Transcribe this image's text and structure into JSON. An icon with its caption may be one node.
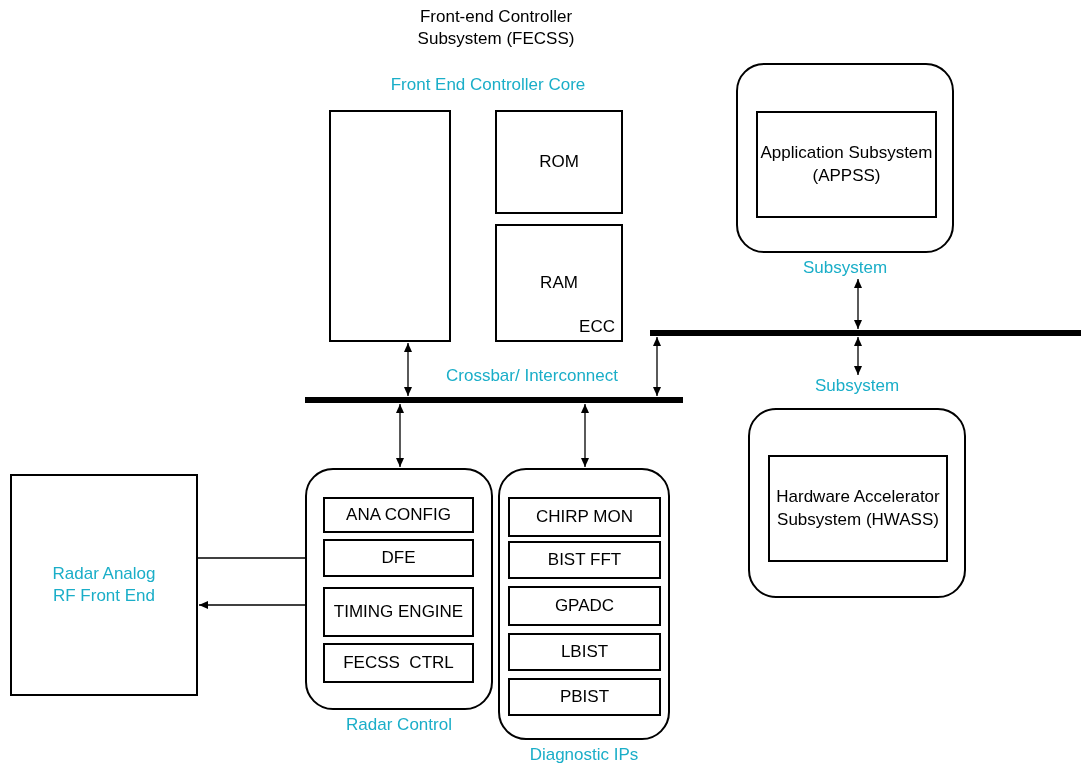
{
  "diagram": {
    "title": "Front-end Controller Subsystem (FECSS)",
    "nodes": [
      {
        "text": [],
        "shape": "box"
      },
      {
        "text": [
          "ROM"
        ]
      },
      {
        "text": [
          "RAM",
          "ECC"
        ]
      },
      {
        "text": [
          "Crossbar/ Interconnect"
        ]
      },
      {
        "text": [],
        "shape": "bar"
      },
      {
        "text": [
          "Subsystem"
        ]
      },
      {
        "text": [
          "Application Subsystem (APPSS)"
        ],
        "in": 5
      },
      {
        "text": [
          "Subsystem"
        ]
      },
      {
        "text": [
          "Hardware Accelerator Subsystem (HWASS)"
        ],
        "in": 7
      },
      {
        "text": [
          "Radar Control"
        ]
      },
      {
        "text": [
          "ANA CONFIG"
        ],
        "in": 9
      },
      {
        "text": [
          "DFE"
        ],
        "in": 9
      },
      {
        "text": [
          "TIMING ENGINE"
        ],
        "in": 9
      },
      {
        "text": [
          "FECSS  CTRL"
        ],
        "in": 9
      },
      {
        "text": [
          "Diagnostic IPs"
        ]
      },
      {
        "text": [
          "CHIRP MON"
        ],
        "in": 14
      },
      {
        "text": [
          "BIST FFT"
        ],
        "in": 14
      },
      {
        "text": [
          "GPADC"
        ],
        "in": 14
      },
      {
        "text": [
          "LBIST"
        ],
        "in": 14
      },
      {
        "text": [
          "PBIST"
        ],
        "in": 14
      },
      {
        "text": [
          "Radar Analog RF Front End"
        ]
      }
    ],
    "edges": [
      {
        "from": 0,
        "to": 3,
        "arrow": "both"
      },
      {
        "from": 3,
        "to": 9,
        "arrow": "both"
      },
      {
        "from": 3,
        "to": 14,
        "arrow": "both"
      },
      {
        "from": 4,
        "to": 3,
        "arrow": "both"
      },
      {
        "from": 5,
        "to": 4,
        "arrow": "both"
      },
      {
        "from": 4,
        "to": 7,
        "arrow": "both"
      },
      {
        "from": 20,
        "to": 11,
        "arrow": "to"
      },
      {
        "from": 12,
        "to": 20,
        "arrow": "to"
      }
    ],
    "labels": [
      "Front End Controller Core"
    ]
  }
}
